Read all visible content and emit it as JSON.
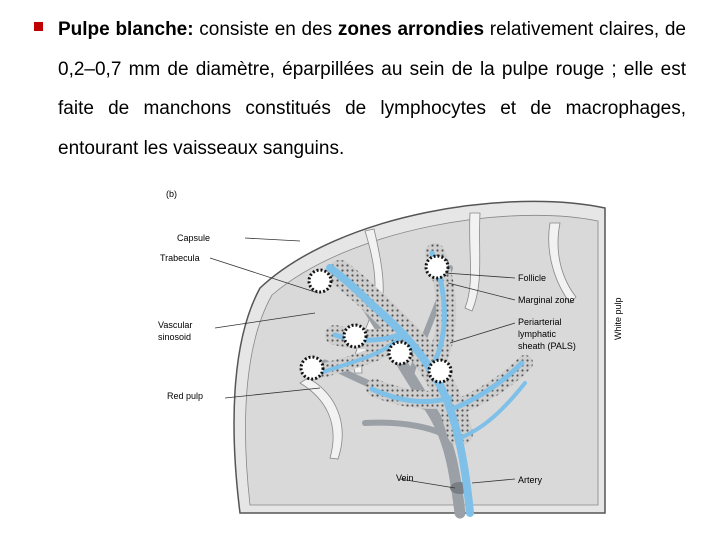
{
  "text": {
    "term": "Pulpe blanche:",
    "p1": " consiste en des ",
    "bold2": "zones arrondies",
    "p2": " relativement claires, de 0,2–0,7 mm de diamètre, éparpillées au sein de la pulpe rouge ; elle est faite de manchons constitués de lymphocytes et de macrophages, entourant les vaisseaux sanguins."
  },
  "figure": {
    "panel_label": "(b)",
    "labels": {
      "capsule": "Capsule",
      "trabecula": "Trabecula",
      "vascular_l1": "Vascular",
      "vascular_l2": "sinosoid",
      "red_pulp": "Red pulp",
      "follicle": "Follicle",
      "marginal_zone": "Marginal zone",
      "pals_l1": "Periarterial",
      "pals_l2": "lymphatic",
      "pals_l3": "sheath (PALS)",
      "white_pulp": "White pulp",
      "vein": "Vein",
      "artery": "Artery"
    },
    "colors": {
      "bullet": "#c00000",
      "artery": "#7ec0e8",
      "vein": "#9aa0a6",
      "tissue": "#dcdcdc",
      "pals": "#c8c8c8"
    }
  }
}
